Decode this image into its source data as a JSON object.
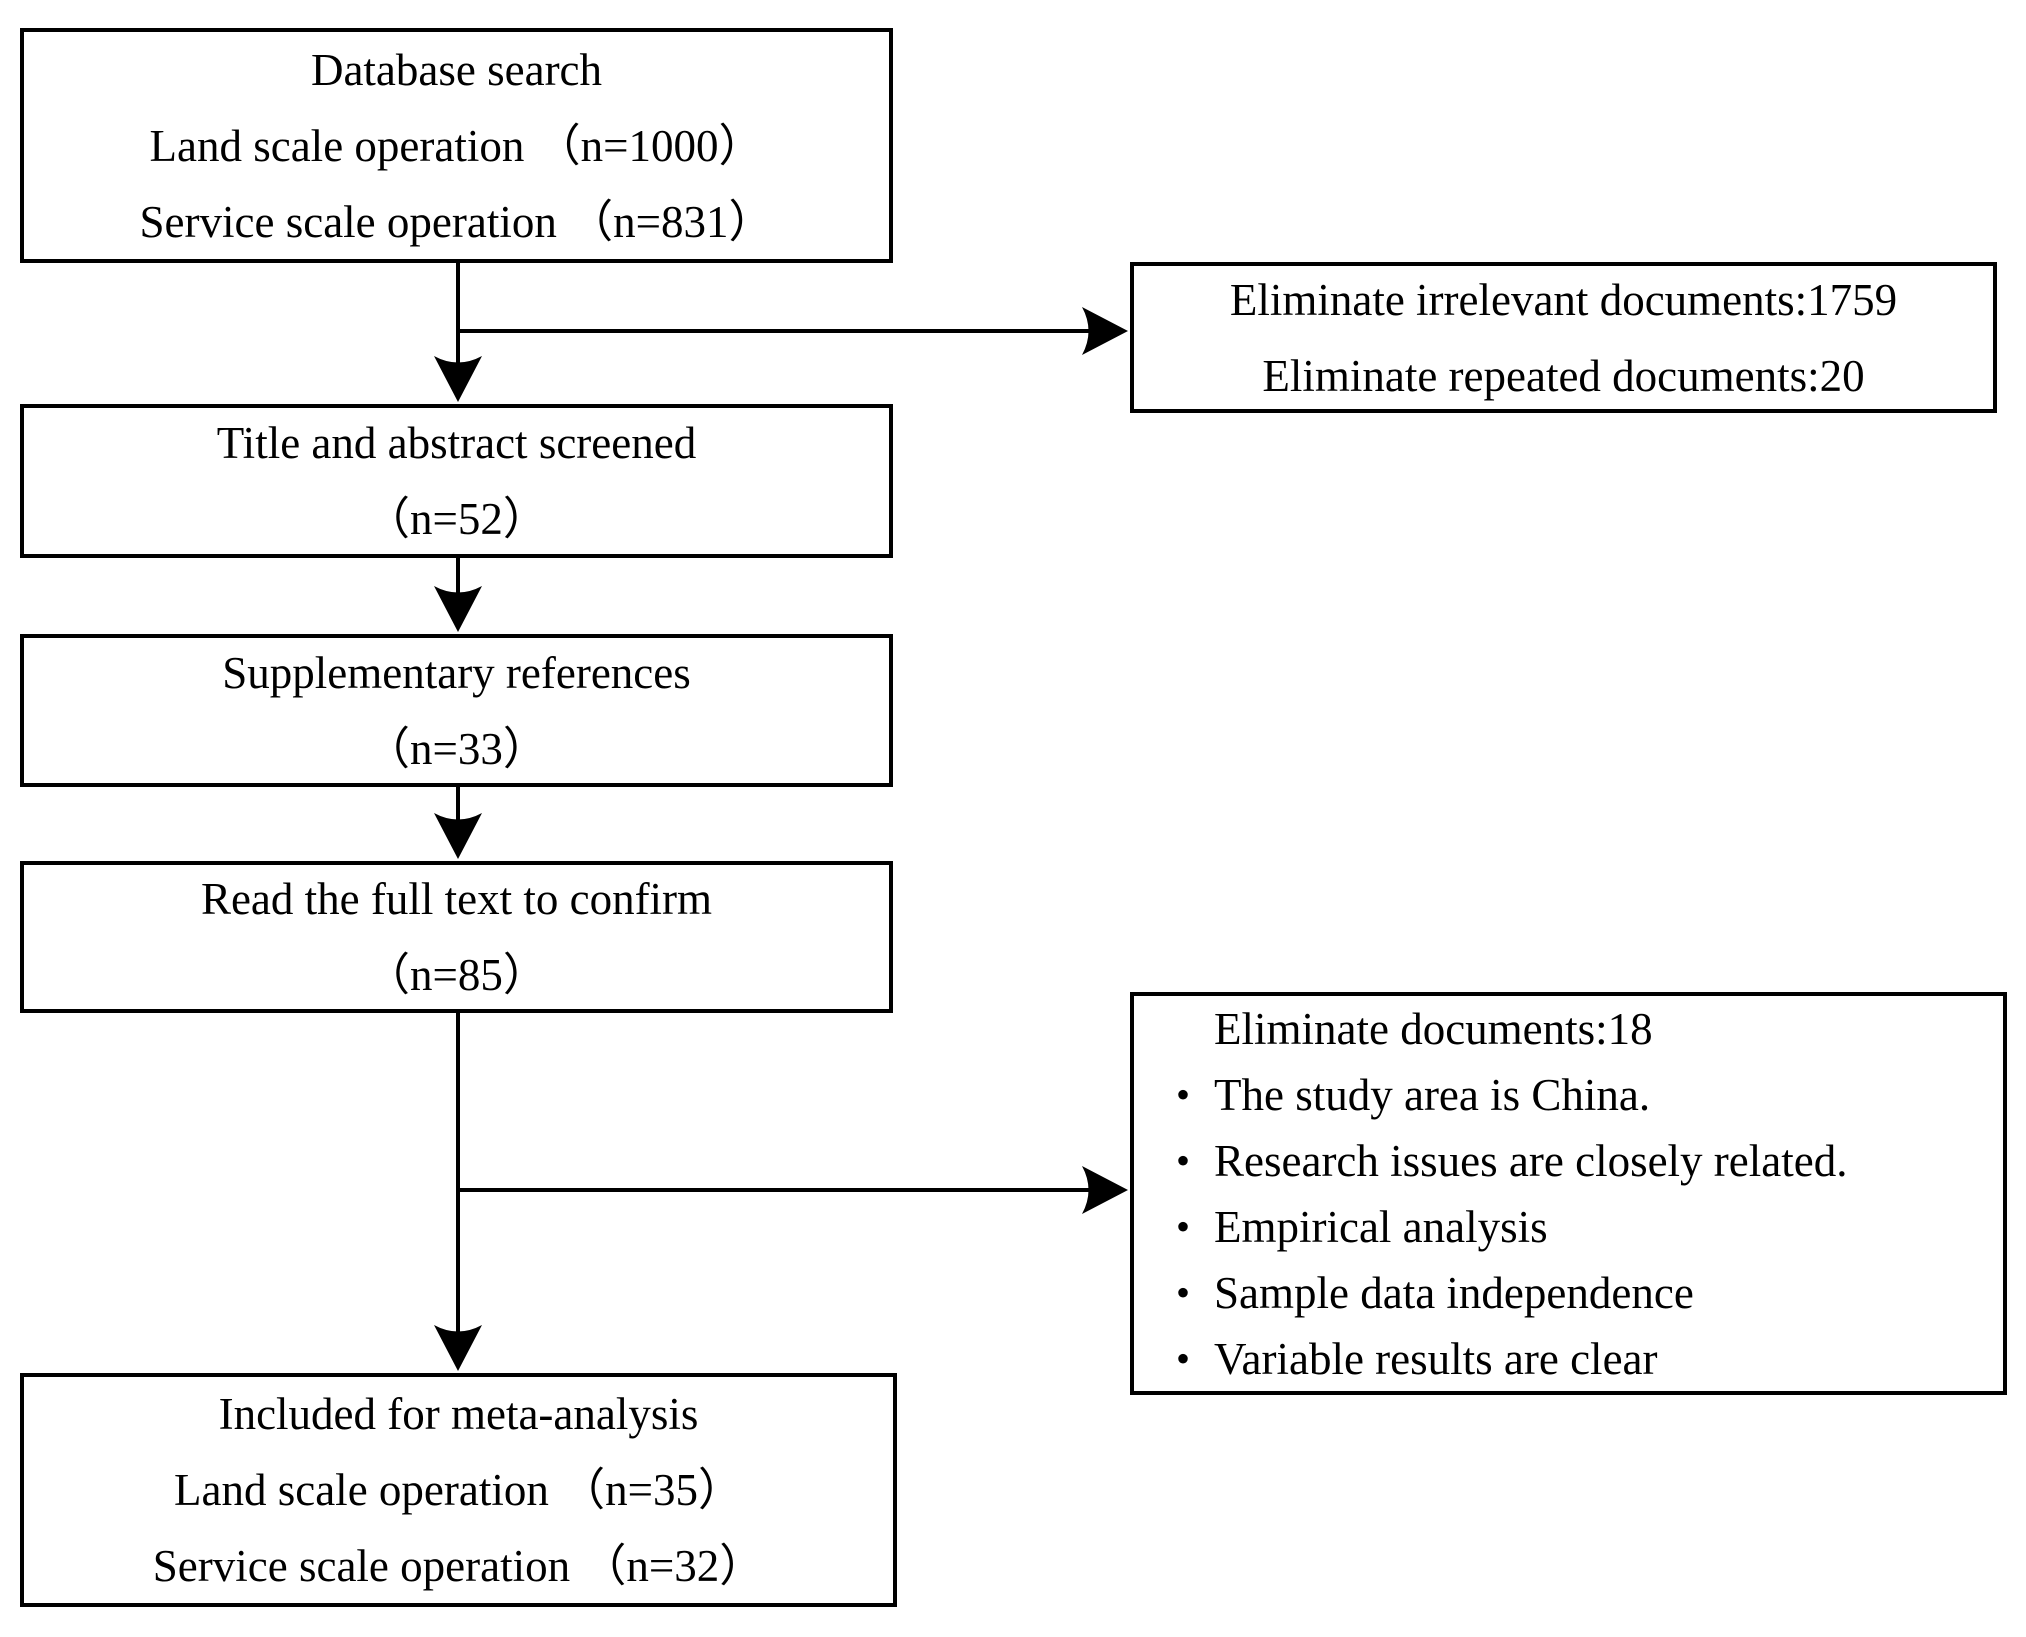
{
  "diagram": {
    "type": "flowchart",
    "colors": {
      "line": "#000000",
      "text": "#000000",
      "background": "#ffffff"
    },
    "boxes": {
      "database_search": {
        "lines": [
          "Database search",
          "Land scale operation （n=1000）",
          "Service scale operation （n=831）"
        ]
      },
      "eliminate_top": {
        "lines": [
          "Eliminate irrelevant documents:1759",
          "Eliminate repeated documents:20"
        ]
      },
      "title_abstract": {
        "lines": [
          "Title and abstract screened",
          "（n=52）"
        ]
      },
      "supplementary": {
        "lines": [
          "Supplementary references",
          "（n=33）"
        ]
      },
      "full_text": {
        "lines": [
          "Read the full text to confirm",
          "（n=85）"
        ]
      },
      "eliminate_bottom": {
        "heading": "Eliminate documents:18",
        "bullets": [
          "The study area is China.",
          "Research issues are closely related.",
          "Empirical analysis",
          "Sample data independence",
          "Variable results are clear"
        ]
      },
      "included": {
        "lines": [
          "Included for meta-analysis",
          "Land scale operation （n=35）",
          "Service scale operation （n=32）"
        ]
      }
    }
  }
}
